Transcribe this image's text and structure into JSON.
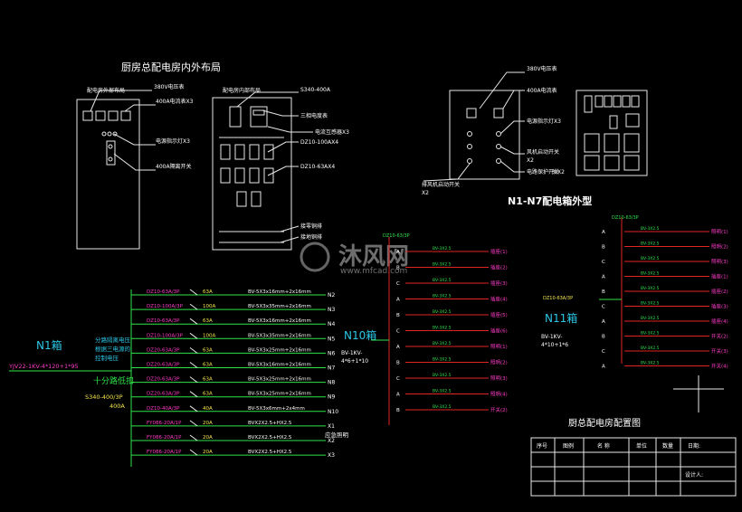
{
  "panel_left": {
    "title": "厨房总配电房内外布局",
    "box1_label": "配电房外部布局",
    "box2_label": "配电房内部布局",
    "callouts1": [
      "380V电压表",
      "400A电流表X3",
      "电源指示灯X3",
      "400A隔离开关"
    ],
    "callouts2": [
      "S340-400A",
      "三相电度表",
      "电流互感器X3",
      "DZ10-100AX4",
      "DZ10-63AX4",
      "接零铜排",
      "接地铜排"
    ]
  },
  "panel_right": {
    "title": "N1-N7配电箱外型",
    "callouts": [
      "380V电压表",
      "400A电流表",
      "电源指示灯X3",
      "风机启动开关",
      "电路保护开关",
      "排风机启动开关"
    ],
    "notes": [
      "X2",
      "X2",
      "关X2"
    ]
  },
  "main_schematic": {
    "incoming_label": "N1箱",
    "incoming_cable": "YJV22-1KV-4*120+1*95",
    "notes": [
      "分路隔离电压",
      "根据三电源的",
      "控制电压"
    ],
    "main_breaker": "十分路低扣",
    "main_breaker_rating": "S340-400/3P",
    "main_breaker_current": "400A",
    "breakers": [
      {
        "type": "DZ10-63A/3P",
        "amps": "63A",
        "cable": "BV-5X3x16mm+2x16mm",
        "to": "N2"
      },
      {
        "type": "DZ10-100A/3P",
        "amps": "100A",
        "cable": "BV-5X3x35mm+2x16mm",
        "to": "N3"
      },
      {
        "type": "DZ10-63A/3P",
        "amps": "63A",
        "cable": "BV-5X3x16mm+2x16mm",
        "to": "N4"
      },
      {
        "type": "DZ10-100A/3P",
        "amps": "100A",
        "cable": "BV-5X3x35mm+2x16mm",
        "to": "N5"
      },
      {
        "type": "DZ20-63A/3P",
        "amps": "63A",
        "cable": "BV-5X3x25mm+2x16mm",
        "to": "N6"
      },
      {
        "type": "DZ20-63A/3P",
        "amps": "63A",
        "cable": "BV-5X3x16mm+2x16mm",
        "to": "N7"
      },
      {
        "type": "DZ20-63A/3P",
        "amps": "63A",
        "cable": "BV-5X3x25mm+2x16mm",
        "to": "N8"
      },
      {
        "type": "DZ20-63A/3P",
        "amps": "63A",
        "cable": "BV-5X3x25mm+2x16mm",
        "to": "N9"
      },
      {
        "type": "DZ10-40A/3P",
        "amps": "40A",
        "cable": "BV-5X3x6mm+2x4mm",
        "to": "N10"
      },
      {
        "type": "FY086-20A/1P",
        "amps": "20A",
        "cable": "BVX2X2.5+HX2.5",
        "to": "X1"
      },
      {
        "type": "FY086-20A/1P",
        "amps": "20A",
        "cable": "BVX2X2.5+HX2.5",
        "to": "X2"
      },
      {
        "type": "FY086-20A/1P",
        "amps": "20A",
        "cable": "BVX2X2.5+HX2.5",
        "to": "X3"
      }
    ],
    "emergency_label": "应急照明"
  },
  "n10": {
    "label": "N10箱",
    "cable": "BV-1KV-",
    "cable2": "4*6+1*10",
    "phases": [
      "A",
      "B",
      "C",
      "A",
      "B",
      "C",
      "A",
      "B",
      "C",
      "A",
      "B"
    ],
    "outlets": [
      "插座(1)",
      "插座(2)",
      "插座(3)",
      "插座(4)",
      "插座(5)",
      "插座(6)",
      "照明(1)",
      "照明(2)",
      "照明(3)",
      "照明(4)",
      "开关(2)"
    ]
  },
  "n11": {
    "label": "N11箱",
    "cable": "BV-1KV-",
    "cable2": "4*10+1*6",
    "breaker": "DZ10-63A/3P",
    "phases": [
      "A",
      "B",
      "C",
      "A",
      "B",
      "C",
      "A",
      "B",
      "C",
      "A"
    ],
    "outlets": [
      "照明(1)",
      "照明(2)",
      "照明(3)",
      "插座(1)",
      "插座(2)",
      "插座(3)",
      "插座(4)",
      "开关(2)",
      "开关(3)",
      "开关(4)"
    ]
  },
  "legend": {
    "title": "厨总配电房配置图",
    "headers": [
      "序号",
      "图例",
      "名 称",
      "单位",
      "数量",
      "日期:"
    ],
    "designer": "设计人:"
  },
  "watermark": {
    "brand": "沐风网",
    "url": "www.mfcad.com"
  },
  "colors": {
    "background": "#000000",
    "lines": "#e8e8e8",
    "magenta": "#ff3cc8",
    "red": "#e02424",
    "green": "#2fe24a",
    "cyan": "#2cc6e6",
    "yellow": "#f5e64a"
  }
}
